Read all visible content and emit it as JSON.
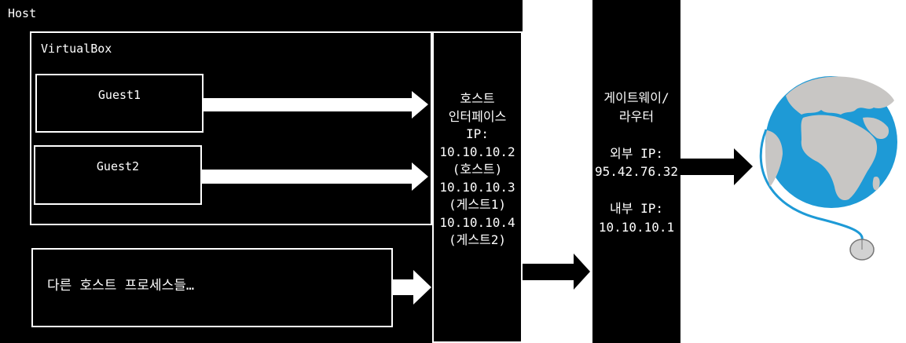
{
  "host": {
    "label": "Host"
  },
  "virtualbox": {
    "label": "VirtualBox"
  },
  "guests": [
    {
      "label": "Guest1"
    },
    {
      "label": "Guest2"
    }
  ],
  "other_processes": {
    "label": "다른 호스트 프로세스들…"
  },
  "host_interface": {
    "lines": [
      "호스트",
      "인터페이스",
      "IP:",
      "10.10.10.2",
      "(호스트)",
      "10.10.10.3",
      "(게스트1)",
      "10.10.10.4",
      "(게스트2)"
    ]
  },
  "gateway": {
    "lines": [
      "게이트웨이/",
      "라우터",
      "",
      "외부 IP:",
      "95.42.76.32",
      "",
      "내부 IP:",
      "10.10.10.1"
    ]
  },
  "globe": {
    "icon": "globe-with-mouse-icon"
  },
  "colors": {
    "background": "#000000",
    "line": "#ffffff",
    "ocean": "#1e9ad6",
    "land": "#c8c6c4"
  }
}
